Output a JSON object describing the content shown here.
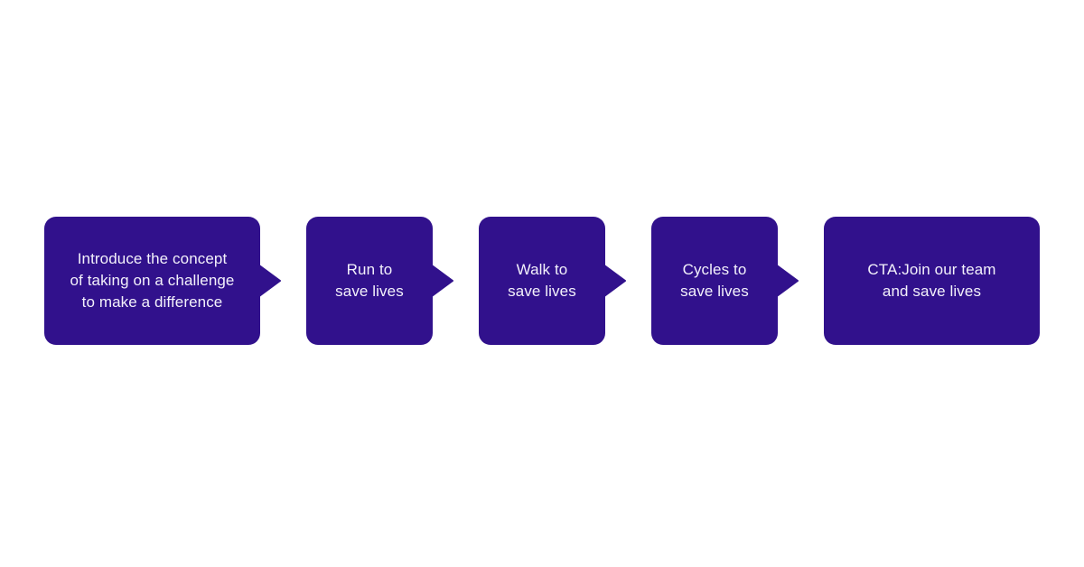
{
  "diagram": {
    "type": "flow",
    "background_color": "#ffffff",
    "node_fill_color": "#31118C",
    "node_text_color": "#F3F1FB",
    "connector_color": "#31118C",
    "steps": [
      {
        "id": "intro",
        "lines": [
          "Introduce the concept",
          "of taking on a challenge",
          "to make a difference"
        ]
      },
      {
        "id": "run",
        "lines": [
          "Run to",
          "save lives"
        ]
      },
      {
        "id": "walk",
        "lines": [
          "Walk to",
          "save lives"
        ]
      },
      {
        "id": "cycles",
        "lines": [
          "Cycles to",
          "save lives"
        ]
      },
      {
        "id": "cta",
        "lines": [
          "CTA:Join our team",
          "and save lives"
        ]
      }
    ]
  }
}
